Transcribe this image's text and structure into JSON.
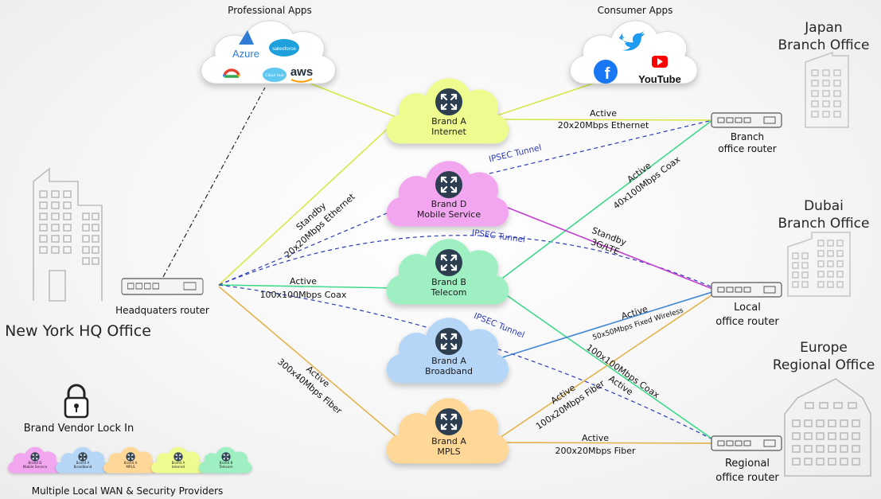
{
  "offices": {
    "hq": "New York HQ Office",
    "japan_line1": "Japan",
    "japan_line2": "Branch Office",
    "dubai_line1": "Dubai",
    "dubai_line2": "Branch Office",
    "europe_line1": "Europe",
    "europe_line2": "Regional Office"
  },
  "routers": {
    "hq": "Headquaters router",
    "branch_line1": "Branch",
    "branch_line2": "office router",
    "local_line1": "Local",
    "local_line2": "office router",
    "regional_line1": "Regional",
    "regional_line2": "office router"
  },
  "app_groups": {
    "professional": "Professional Apps",
    "consumer": "Consumer Apps",
    "professional_icons": {
      "azure": "Azure",
      "salesforce": "salesforce",
      "aws": "aws",
      "cloud_hub": "Cloud Hub"
    },
    "consumer_icons": {
      "youtube": "YouTube",
      "facebook": "f"
    }
  },
  "clouds": [
    {
      "id": "internet",
      "line1": "Brand A",
      "line2": "Internet",
      "color": "#eefb8f"
    },
    {
      "id": "mobile",
      "line1": "Brand D",
      "line2": "Mobile Service",
      "color": "#f2a6f0"
    },
    {
      "id": "telecom",
      "line1": "Brand B",
      "line2": "Telecom",
      "color": "#9ef0c2"
    },
    {
      "id": "broadband",
      "line1": "Brand A",
      "line2": "Broadband",
      "color": "#b6d6f7"
    },
    {
      "id": "mpls",
      "line1": "Brand A",
      "line2": "MPLS",
      "color": "#ffd898"
    }
  ],
  "links": {
    "hq_internet_status": "Standby",
    "hq_internet_spec": "20x20Mbps Ethernet",
    "hq_telecom_status": "Active",
    "hq_telecom_spec": "100x100Mbps Coax",
    "hq_mpls_status": "Active",
    "hq_mpls_spec": "300x40Mbps Fiber",
    "internet_branch_status": "Active",
    "internet_branch_spec": "20x20Mbps Ethernet",
    "telecom_branch_status": "Active",
    "telecom_branch_spec": "40x100Mbps Coax",
    "mobile_local_status": "Standby",
    "mobile_local_spec": "3G/LTE",
    "broadband_local_status": "Active",
    "broadband_local_spec": "50x50Mbps Fixed Wireless",
    "telecom_regional_status": "Active",
    "telecom_regional_spec": "100x100Mbps Coax",
    "mpls_local_status": "Active",
    "mpls_local_spec": "100x20Mbps Fiber",
    "mpls_regional_status": "Active",
    "mpls_regional_spec": "200x20Mbps Fiber",
    "tunnel": "IPSEC Tunnel"
  },
  "legend": {
    "lock_title": "Brand Vendor Lock In",
    "providers_caption": "Multiple Local WAN & Security Providers",
    "mini_clouds": [
      {
        "line1": "Brand D",
        "line2": "Mobile Service",
        "color": "#f2a6f0"
      },
      {
        "line1": "Brand A",
        "line2": "Broadband",
        "color": "#b6d6f7"
      },
      {
        "line1": "Brand A",
        "line2": "MPLS",
        "color": "#ffd898"
      },
      {
        "line1": "Brand A",
        "line2": "Internet",
        "color": "#eefb8f"
      },
      {
        "line1": "Brand B",
        "line2": "Telecom",
        "color": "#9ef0c2"
      }
    ]
  },
  "colors": {
    "ethernet_link": "#d8e84a",
    "coax_link": "#3fd98a",
    "fiber_link": "#e3b24a",
    "mobile_link": "#c23fd0",
    "wireless_link": "#3f86d4",
    "tunnel_link": "#2b3bb8"
  }
}
